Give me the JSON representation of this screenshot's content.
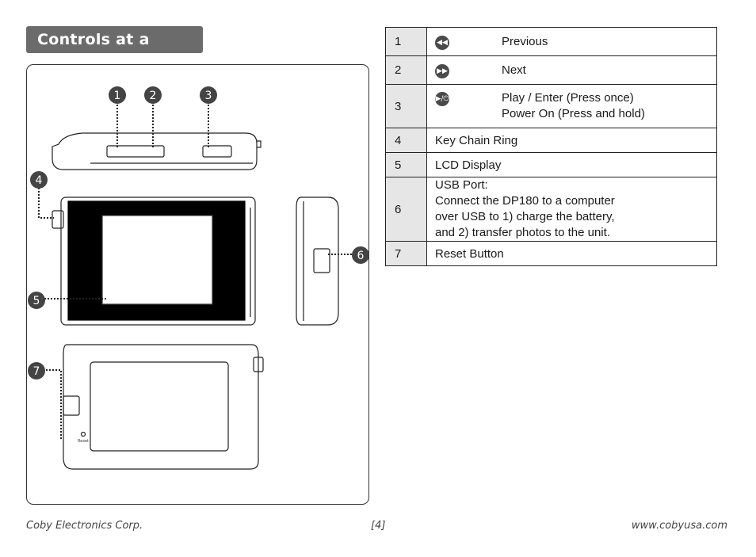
{
  "section_title": "Controls at a Glance",
  "diagram": {
    "callouts": [
      "1",
      "2",
      "3",
      "4",
      "5",
      "6",
      "7"
    ],
    "reset_label": "Reset"
  },
  "table": {
    "rows": [
      {
        "num": "1",
        "icon": "previous-icon",
        "text": "Previous"
      },
      {
        "num": "2",
        "icon": "next-icon",
        "text": "Next"
      },
      {
        "num": "3",
        "icon": "play-power-icon",
        "line1": "Play / Enter (Press once)",
        "line2": "Power On (Press and hold)"
      },
      {
        "num": "4",
        "text": "Key Chain Ring"
      },
      {
        "num": "5",
        "text": "LCD Display"
      },
      {
        "num": "6",
        "label": "USB Port:",
        "line1": "Connect the DP180 to a computer",
        "line2": "over USB to 1) charge the battery,",
        "line3": "and 2) transfer photos to the unit."
      },
      {
        "num": "7",
        "text": "Reset Button"
      }
    ]
  },
  "footer": {
    "left": "Coby Electronics Corp.",
    "center": "[4]",
    "right": "www.cobyusa.com"
  }
}
